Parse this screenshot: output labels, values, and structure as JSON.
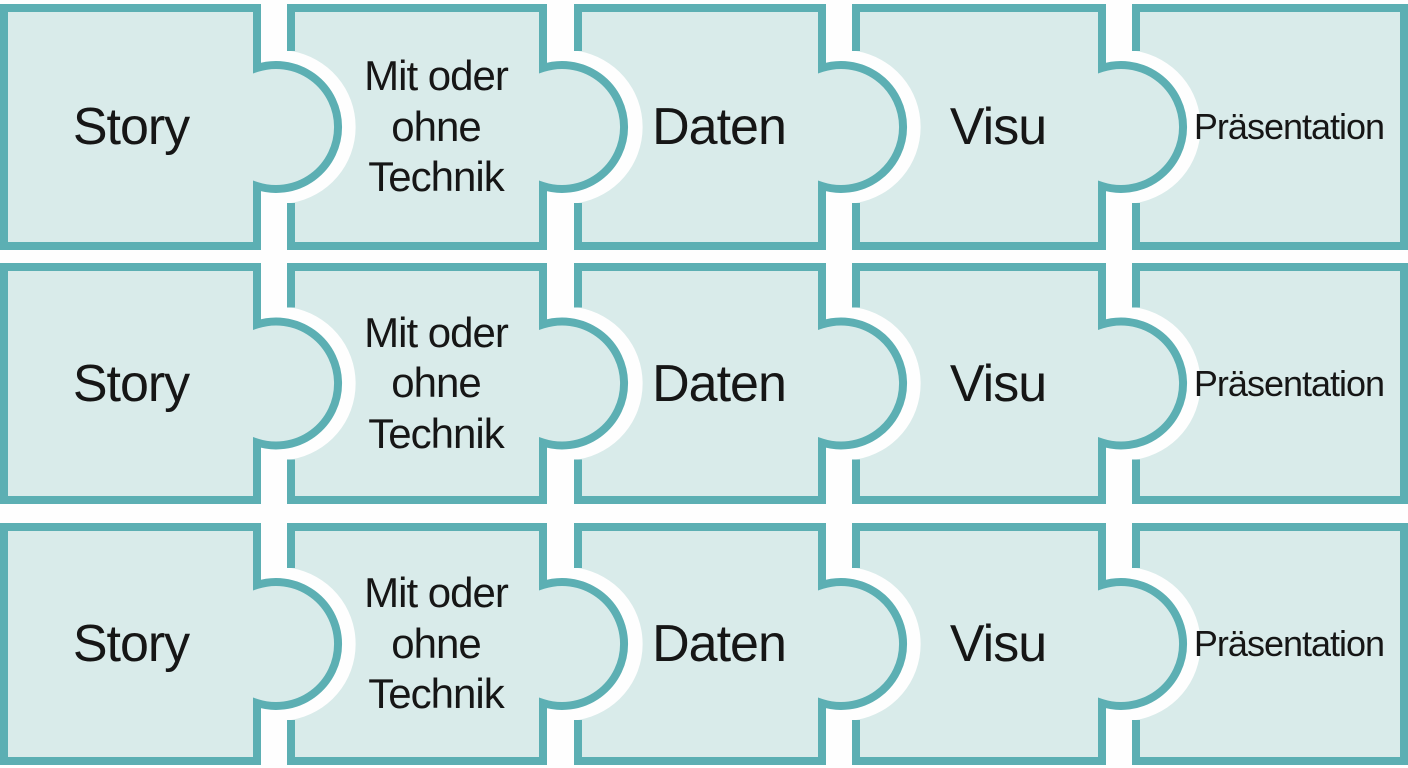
{
  "colors": {
    "background": "#fefefe",
    "piece_fill": "#d9ebea",
    "piece_border": "#5cafb3",
    "label_text": "#161616"
  },
  "rows": [
    {
      "pieces": [
        {
          "label": "Story"
        },
        {
          "label": "Mit oder\nohne\nTechnik"
        },
        {
          "label": "Daten"
        },
        {
          "label": "Visu"
        },
        {
          "label": "Präsentation"
        }
      ]
    },
    {
      "pieces": [
        {
          "label": "Story"
        },
        {
          "label": "Mit oder\nohne\nTechnik"
        },
        {
          "label": "Daten"
        },
        {
          "label": "Visu"
        },
        {
          "label": "Präsentation"
        }
      ]
    },
    {
      "pieces": [
        {
          "label": "Story"
        },
        {
          "label": "Mit oder\nohne\nTechnik"
        },
        {
          "label": "Daten"
        },
        {
          "label": "Visu"
        },
        {
          "label": "Präsentation"
        }
      ]
    }
  ]
}
